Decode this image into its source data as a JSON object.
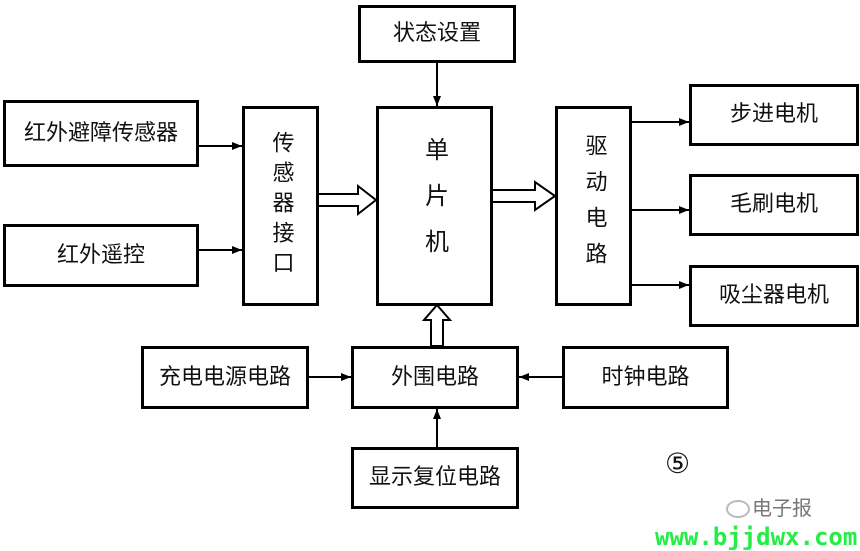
{
  "figure_number": "⑤",
  "blocks": {
    "status_setting": "状态设置",
    "ir_obstacle_sensor": "红外避障传感器",
    "ir_remote": "红外遥控",
    "sensor_interface": "传感器接口",
    "mcu": "单片机",
    "driver_circuit": "驱动电路",
    "stepper_motor": "步进电机",
    "brush_motor": "毛刷电机",
    "vacuum_motor": "吸尘器电机",
    "charging_power": "充电电源电路",
    "peripheral_circuit": "外围电路",
    "clock_circuit": "时钟电路",
    "display_reset": "显示复位电路"
  },
  "watermark": {
    "brand": "电子报",
    "url": "www.bjjdwx.com"
  }
}
